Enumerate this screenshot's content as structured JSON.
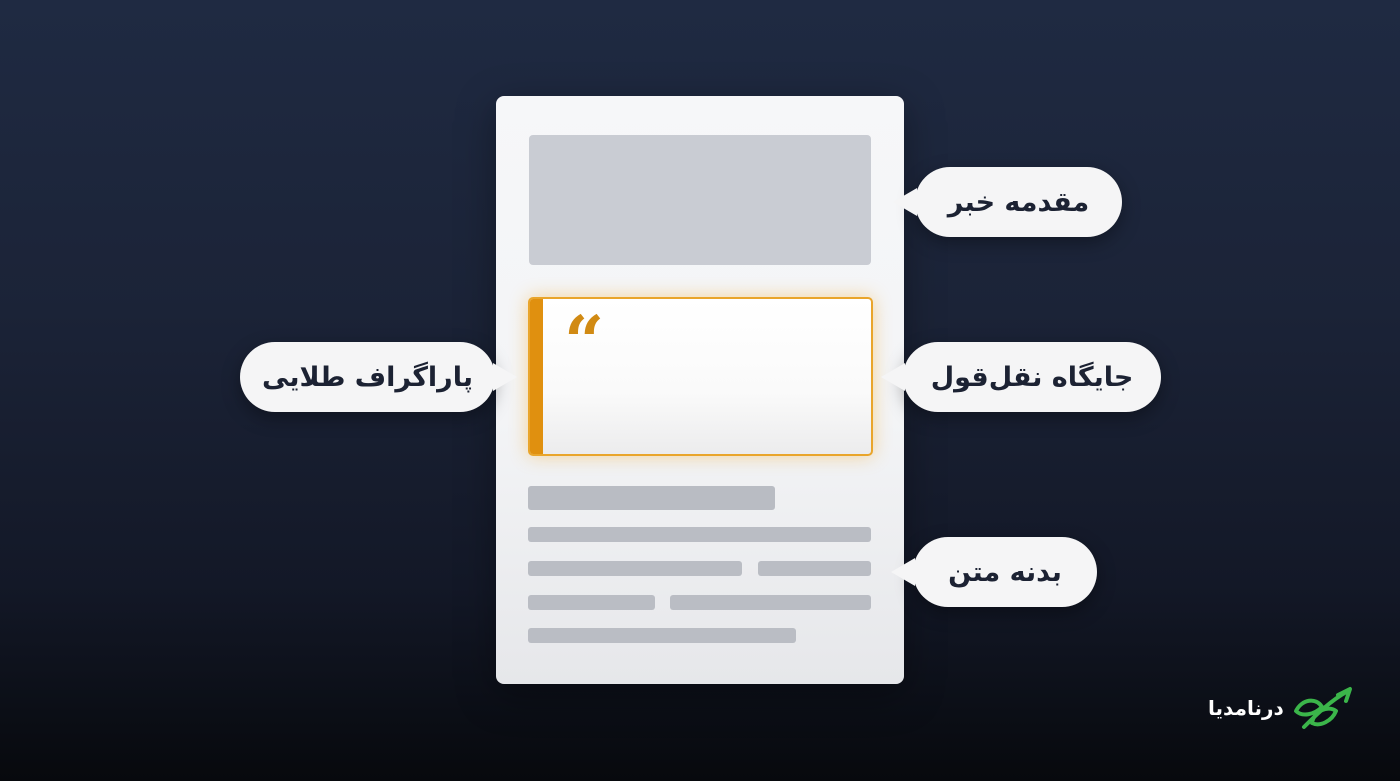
{
  "labels": {
    "lead": "مقدمه خبر",
    "golden_paragraph": "پاراگراف طلایی",
    "quote_slot": "جایگاه نقل‌قول",
    "body_text": "بدنه متن"
  },
  "quote_mark": "“",
  "logo": {
    "text": "درنامدیا",
    "icon": "leaf-icon"
  },
  "colors": {
    "accent_gold": "#e0900f",
    "logo_green": "#3bb54a",
    "card": "#f4f5f7",
    "placeholder": "#c9ccd3"
  }
}
